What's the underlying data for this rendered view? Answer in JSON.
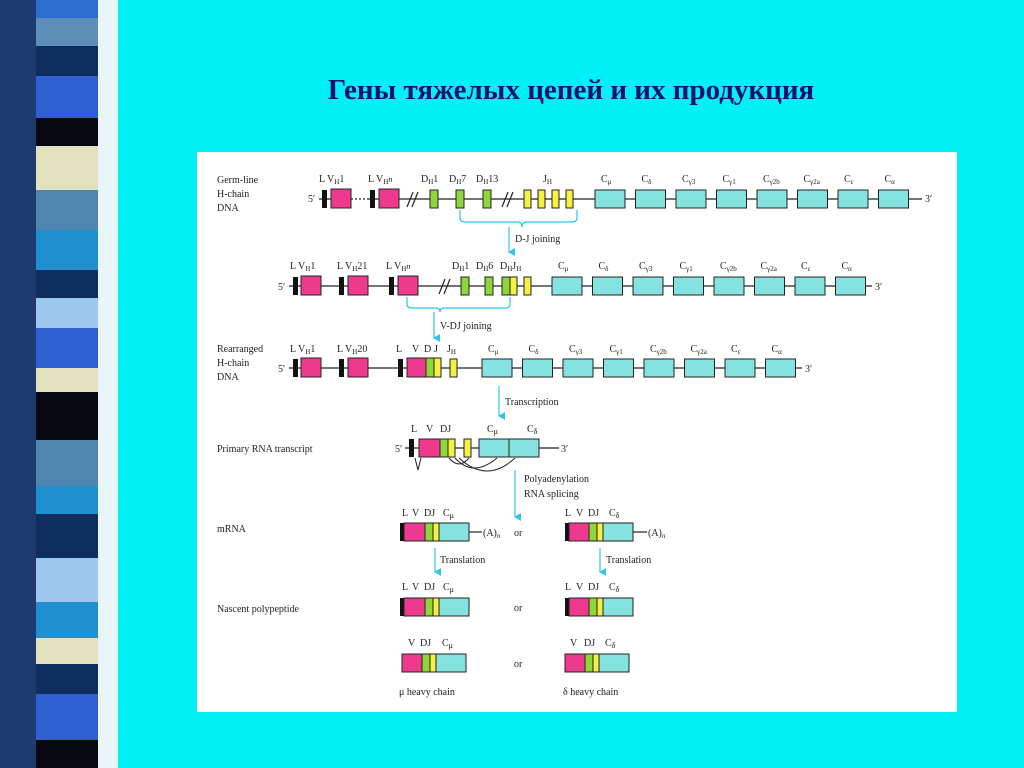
{
  "title": "Гены тяжелых цепей и их продукция",
  "colors": {
    "background": "#00f0f8",
    "title": "#101070",
    "panel": "#ffffff",
    "v_segment": "#ee3a8e",
    "d_segment": "#8ed63a",
    "j_segment": "#f5f042",
    "c_segment": "#84e2e0",
    "arrow": "#2ec4ec",
    "line": "#222222"
  },
  "diagram": {
    "rows": {
      "germline": {
        "label_lines": [
          "Germ-line",
          "H-chain",
          "DNA"
        ],
        "prime5": "5′",
        "prime3": "3′",
        "labels": {
          "lv1": "L V",
          "lv1_sub": "H",
          "lv1_num": "1",
          "lvn": "L V",
          "lvn_sub": "H",
          "lvn_num": "n",
          "d1": "D",
          "d1_sub": "H",
          "d1_num": "1",
          "d7": "D",
          "d7_sub": "H",
          "d7_num": "7",
          "d13": "D",
          "d13_sub": "H",
          "d13_num": "13",
          "jh": "J",
          "jh_sub": "H"
        }
      },
      "dj_joining": {
        "arrow_label": "D-J joining",
        "prime5": "5′",
        "prime3": "3′",
        "labels": {
          "lv1": "L V",
          "lv1_sub": "H",
          "lv1_num": "1",
          "lv21": "L V",
          "lv21_sub": "H",
          "lv21_num": "21",
          "lvn": "L V",
          "lvn_sub": "H",
          "lvn_num": "n",
          "d1": "D",
          "d1_sub": "H",
          "d1_num": "1",
          "d6": "D",
          "d6_sub": "H",
          "d6_num": "6",
          "dj": "D",
          "dj_sub": "H",
          "dj_j": "J",
          "dj_jsub": "H"
        }
      },
      "rearranged": {
        "arrow_label": "V-DJ joining",
        "label_lines": [
          "Rearranged",
          "H-chain",
          "DNA"
        ],
        "prime5": "5′",
        "prime3": "3′",
        "labels": {
          "lv1": "L V",
          "lv1_sub": "H",
          "lv1_num": "1",
          "lv20": "L V",
          "lv20_sub": "H",
          "lv20_num": "20",
          "l": "L",
          "v": "V",
          "d": "D",
          "j": "J",
          "jh": "J",
          "jh_sub": "H"
        }
      },
      "primary_rna": {
        "arrow_label": "Transcription",
        "label": "Primary RNA transcript",
        "prime5": "5′",
        "prime3": "3′",
        "labels": {
          "l": "L",
          "v": "V",
          "dj": "DJ",
          "cmu": "C",
          "cmu_sub": "μ",
          "cdelta": "C",
          "cdelta_sub": "δ"
        }
      },
      "mrna": {
        "arrow_label_1": "Polyadenylation",
        "arrow_label_2": "RNA splicing",
        "label": "mRNA",
        "or": "or",
        "polya": "(A)",
        "polya_sub": "n",
        "labels": {
          "l": "L",
          "v": "V",
          "dj": "DJ",
          "cmu": "C",
          "cmu_sub": "μ",
          "cdelta": "C",
          "cdelta_sub": "δ"
        }
      },
      "nascent": {
        "arrow_label": "Translation",
        "label": "Nascent polypeptide",
        "or": "or",
        "labels": {
          "l": "L",
          "v": "V",
          "dj": "DJ",
          "cmu": "C",
          "cmu_sub": "μ",
          "cdelta": "C",
          "cdelta_sub": "δ"
        }
      },
      "heavy": {
        "or": "or",
        "mu_caption": "μ heavy chain",
        "delta_caption": "δ heavy chain",
        "labels": {
          "v": "V",
          "dj": "DJ",
          "cmu": "C",
          "cmu_sub": "μ",
          "cdelta": "C",
          "cdelta_sub": "δ"
        }
      }
    },
    "constant_genes": [
      {
        "c": "C",
        "sub": "μ"
      },
      {
        "c": "C",
        "sub": "δ"
      },
      {
        "c": "C",
        "sub": "γ3"
      },
      {
        "c": "C",
        "sub": "γ1"
      },
      {
        "c": "C",
        "sub": "γ2b"
      },
      {
        "c": "C",
        "sub": "γ2a"
      },
      {
        "c": "C",
        "sub": "ε"
      },
      {
        "c": "C",
        "sub": "α"
      }
    ]
  }
}
